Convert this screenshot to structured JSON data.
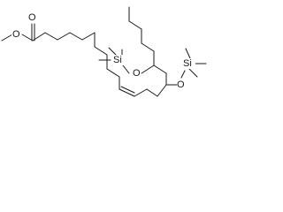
{
  "structure": {
    "atom_labels": {
      "carbonyl_oxygen": "O",
      "ester_oxygen": "O",
      "methyl": "",
      "tms_upper_oxygen": "O",
      "tms_upper_silicon": "Si",
      "tms_lower_oxygen": "O",
      "tms_lower_silicon": "Si"
    },
    "bond_color": "#1a1a1a",
    "background": "#ffffff"
  }
}
